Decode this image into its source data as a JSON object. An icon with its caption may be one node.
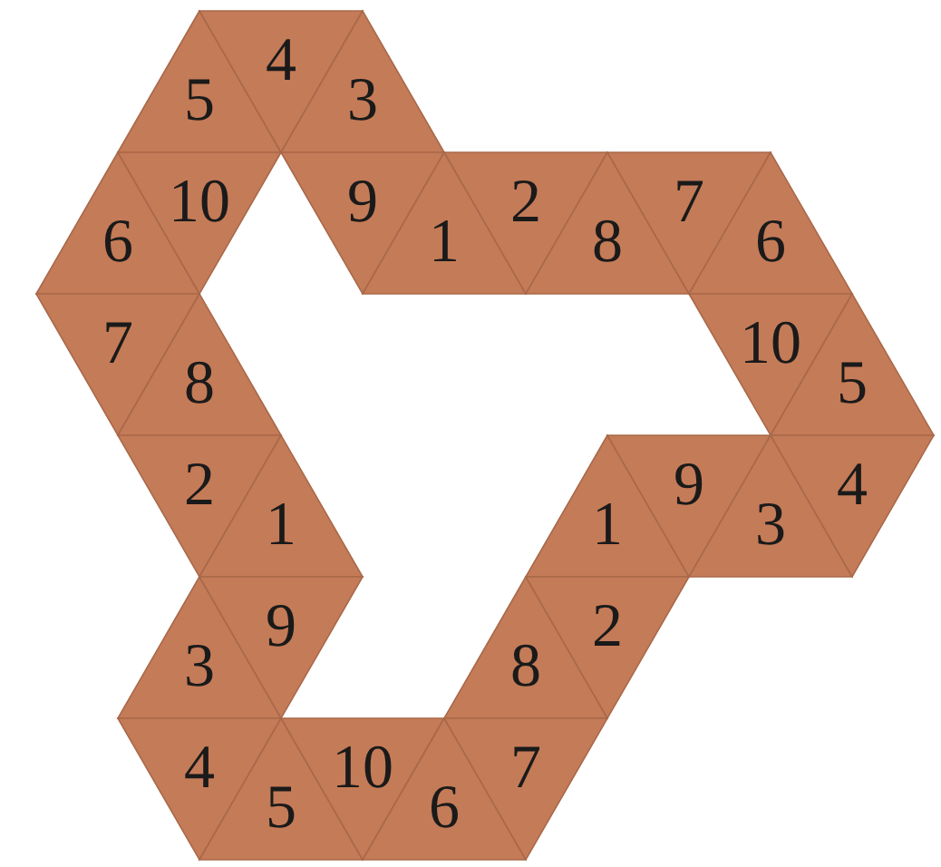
{
  "diagram": {
    "labels": [
      "5",
      "4",
      "3",
      "6",
      "10",
      "9",
      "1",
      "2",
      "8",
      "7",
      "6",
      "7",
      "8",
      "10",
      "5",
      "2",
      "1",
      "1",
      "9",
      "3",
      "4",
      "3",
      "9",
      "8",
      "2",
      "4",
      "5",
      "10",
      "6",
      "7"
    ]
  }
}
